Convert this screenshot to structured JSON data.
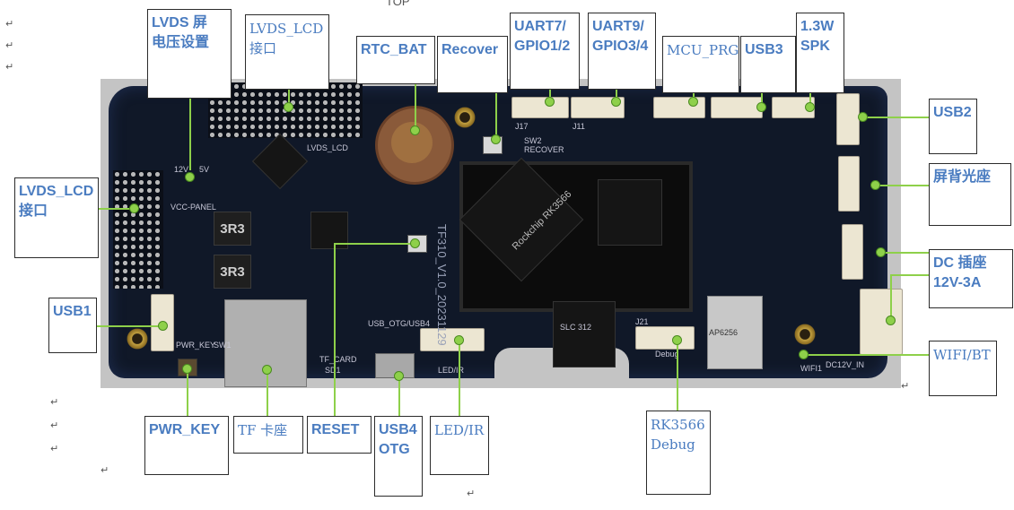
{
  "page": {
    "top_text": "TOP",
    "paragraph_mark": "↵"
  },
  "callouts": {
    "lvds_voltage": "LVDS 屏\n电压设置",
    "lvds_lcd_top": "LVDS_LCD\n接口",
    "rtc_bat": "RTC_BAT",
    "recover": "Recover",
    "uart7": "UART7/\nGPIO1/2",
    "uart9": "UART9/\nGPIO3/4",
    "mcu_prg": "MCU_PRG",
    "usb3": "USB3",
    "spk": "1.3W\nSPK",
    "usb2": "USB2",
    "backlight": "屏背光座",
    "dc_jack": "DC 插座\n12V-3A",
    "wifi_bt": "WIFI/BT",
    "lvds_lcd_left": "LVDS_LCD\n接口",
    "usb1": "USB1",
    "pwr_key": "PWR_KEY",
    "tf_card": "TF 卡座",
    "reset": "RESET",
    "usb4_otg": "USB4\nOTG",
    "led_ir": "LED/IR",
    "rk_debug": "RK3566\nDebug"
  },
  "board": {
    "name": "TF310_V1.0_20231129",
    "soc": "Rockchip RK3566",
    "inductor_1": "3R3",
    "inductor_2": "3R3",
    "silk_lvds": "LVDS_LCD",
    "silk_vcc": "VCC-PANEL",
    "silk_12v": "12V",
    "silk_5v": "5V",
    "silk_sw2": "SW2",
    "silk_recover": "RECOVER",
    "silk_pwrkey": "PWR_KEY",
    "silk_sw1": "SW1",
    "silk_tfcard": "TF_CARD",
    "silk_sd1": "SD1",
    "silk_usbotg": "USB_OTG/USB4",
    "silk_ledir": "LED/IR",
    "silk_debug": "Debug",
    "silk_wifi": "WIFI1",
    "silk_dc12v": "DC12V_IN",
    "silk_j17": "J17",
    "silk_j11": "J11",
    "silk_j21": "J21",
    "mem_chip": "SLC 312",
    "wifi_module": "AP6256"
  }
}
